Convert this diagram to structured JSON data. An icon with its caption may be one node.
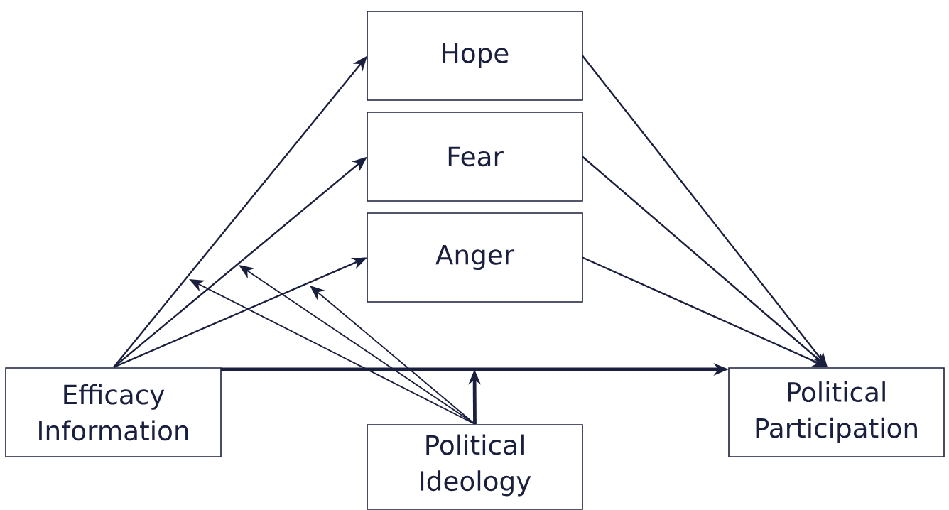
{
  "diagram": {
    "nodes": [
      {
        "text": [
          "Hope"
        ]
      },
      {
        "text": [
          "Fear"
        ]
      },
      {
        "text": [
          "Anger"
        ]
      },
      {
        "text": [
          "Efficacy Information"
        ]
      },
      {
        "text": [
          "Political Ideology"
        ]
      },
      {
        "text": [
          "Political Participation"
        ]
      }
    ],
    "edges": [
      {
        "from": 3,
        "to": 0,
        "arrow": "to"
      },
      {
        "from": 3,
        "to": 1,
        "arrow": "to"
      },
      {
        "from": 3,
        "to": 2,
        "arrow": "to"
      },
      {
        "from": 0,
        "to": 5,
        "arrow": "to"
      },
      {
        "from": 1,
        "to": 5,
        "arrow": "to"
      },
      {
        "from": 2,
        "to": 5,
        "arrow": "to"
      },
      {
        "from": 3,
        "to": 5,
        "arrow": "to",
        "style": "thick"
      },
      {
        "from": 4,
        "to": null,
        "arrow": "to"
      },
      {
        "from": 4,
        "to": null,
        "arrow": "to"
      },
      {
        "from": 4,
        "to": null,
        "arrow": "to"
      },
      {
        "from": 4,
        "to": null,
        "arrow": "to",
        "style": "thick"
      }
    ]
  }
}
